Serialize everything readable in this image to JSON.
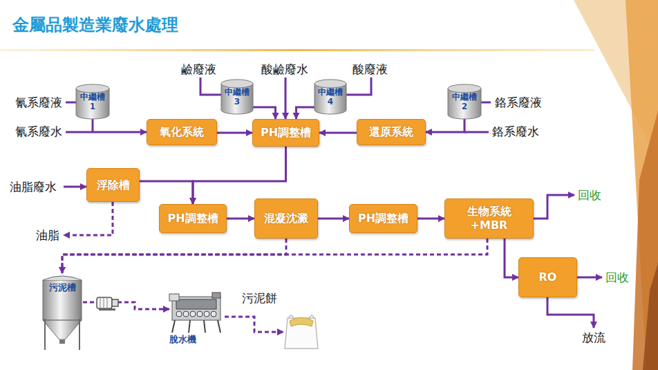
{
  "diagram": {
    "title": "金屬品製造業廢水處理",
    "nodes": [
      {
        "text": [
          "中繼槽 1"
        ]
      },
      {
        "text": [
          "中繼槽 3"
        ]
      },
      {
        "text": [
          "中繼槽 4"
        ]
      },
      {
        "text": [
          "中繼槽 2"
        ]
      },
      {
        "text": [
          "氧化系統"
        ]
      },
      {
        "text": [
          "PH調整槽"
        ]
      },
      {
        "text": [
          "還原系統"
        ]
      },
      {
        "text": [
          "浮除槽"
        ]
      },
      {
        "text": [
          "PH調整槽"
        ]
      },
      {
        "text": [
          "混凝沈澱"
        ]
      },
      {
        "text": [
          "PH調整槽"
        ]
      },
      {
        "text": [
          "生物系統 +MBR"
        ]
      },
      {
        "text": [
          "RO"
        ]
      },
      {
        "text": [
          "污泥槽"
        ]
      },
      {
        "text": [
          "脫水機"
        ]
      },
      {
        "text": [
          "污泥餅"
        ]
      }
    ],
    "edges": [
      {
        "from": 0,
        "to": 4,
        "arrow": "to"
      },
      {
        "from": 4,
        "to": 5,
        "arrow": "to"
      },
      {
        "from": 1,
        "to": 5,
        "arrow": "to"
      },
      {
        "from": 2,
        "to": 5,
        "arrow": "to"
      },
      {
        "from": 3,
        "to": 6,
        "arrow": "to"
      },
      {
        "from": 6,
        "to": 5,
        "arrow": "to"
      },
      {
        "from": 5,
        "to": 8,
        "arrow": "to"
      },
      {
        "from": 7,
        "to": 8,
        "arrow": "to"
      },
      {
        "from": 8,
        "to": 9,
        "arrow": "to"
      },
      {
        "from": 9,
        "to": 10,
        "arrow": "to"
      },
      {
        "from": 10,
        "to": 11,
        "arrow": "to"
      },
      {
        "from": 11,
        "to": 12,
        "arrow": "to"
      },
      {
        "from": 9,
        "to": 13,
        "arrow": "to"
      },
      {
        "from": 11,
        "to": 13,
        "arrow": "to"
      },
      {
        "from": 13,
        "to": 14,
        "arrow": "to"
      },
      {
        "from": 14,
        "to": 15,
        "arrow": "to"
      }
    ],
    "labels": [
      "氰系廢液",
      "氰系廢水",
      "鹼廢液",
      "酸鹼廢水",
      "酸廢液",
      "鉻系廢液",
      "鉻系廢水",
      "油脂廢水",
      "油脂",
      "回收",
      "回收",
      "放流"
    ]
  }
}
